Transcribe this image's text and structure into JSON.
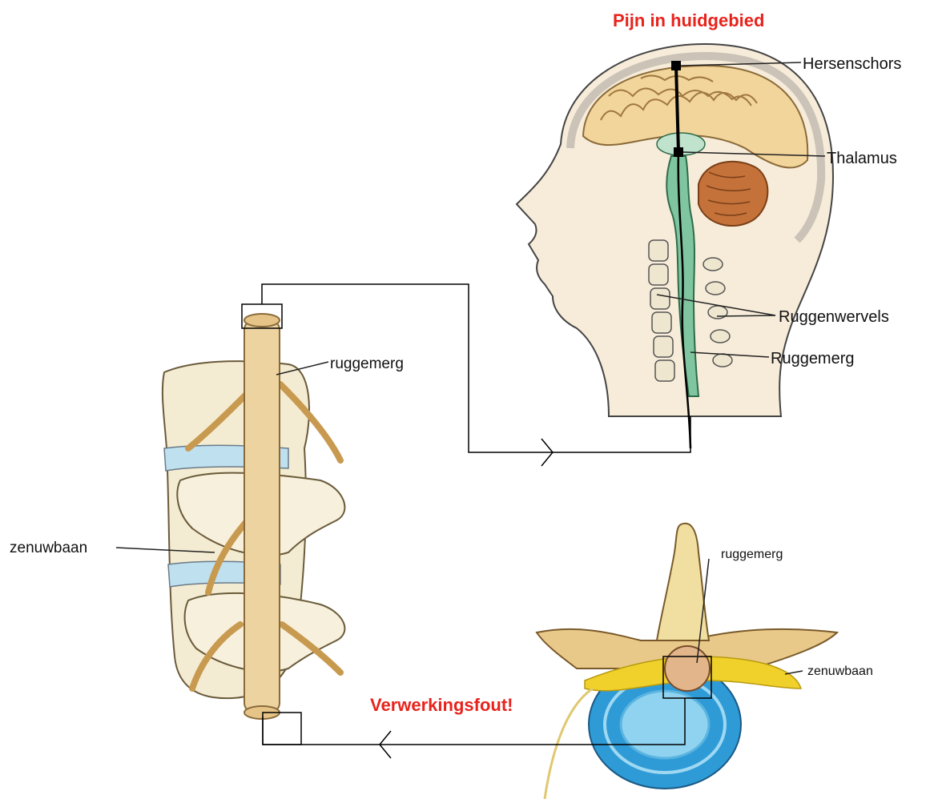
{
  "title": "Pijn in huidgebied",
  "error_text": "Verwerkingsfout!",
  "labels": {
    "cortex": "Hersenschors",
    "thalamus": "Thalamus",
    "vertebrae": "Ruggenwervels",
    "spinal_cord_head": "Ruggemerg",
    "spinal_cord_column": "ruggemerg",
    "nerve_path_column": "zenuwbaan",
    "spinal_cord_cross": "ruggemerg",
    "nerve_path_cross": "zenuwbaan"
  },
  "colors": {
    "accent_red": "#e8231c",
    "brain": "#f2d59a",
    "cerebellum": "#c4723a",
    "spinal_cord": "#7fc6a0",
    "bone": "#f4ecd2",
    "nerve": "#d9b06a",
    "disc_blue": "#2f9bd6",
    "yellow_nerve": "#f0d02a"
  }
}
